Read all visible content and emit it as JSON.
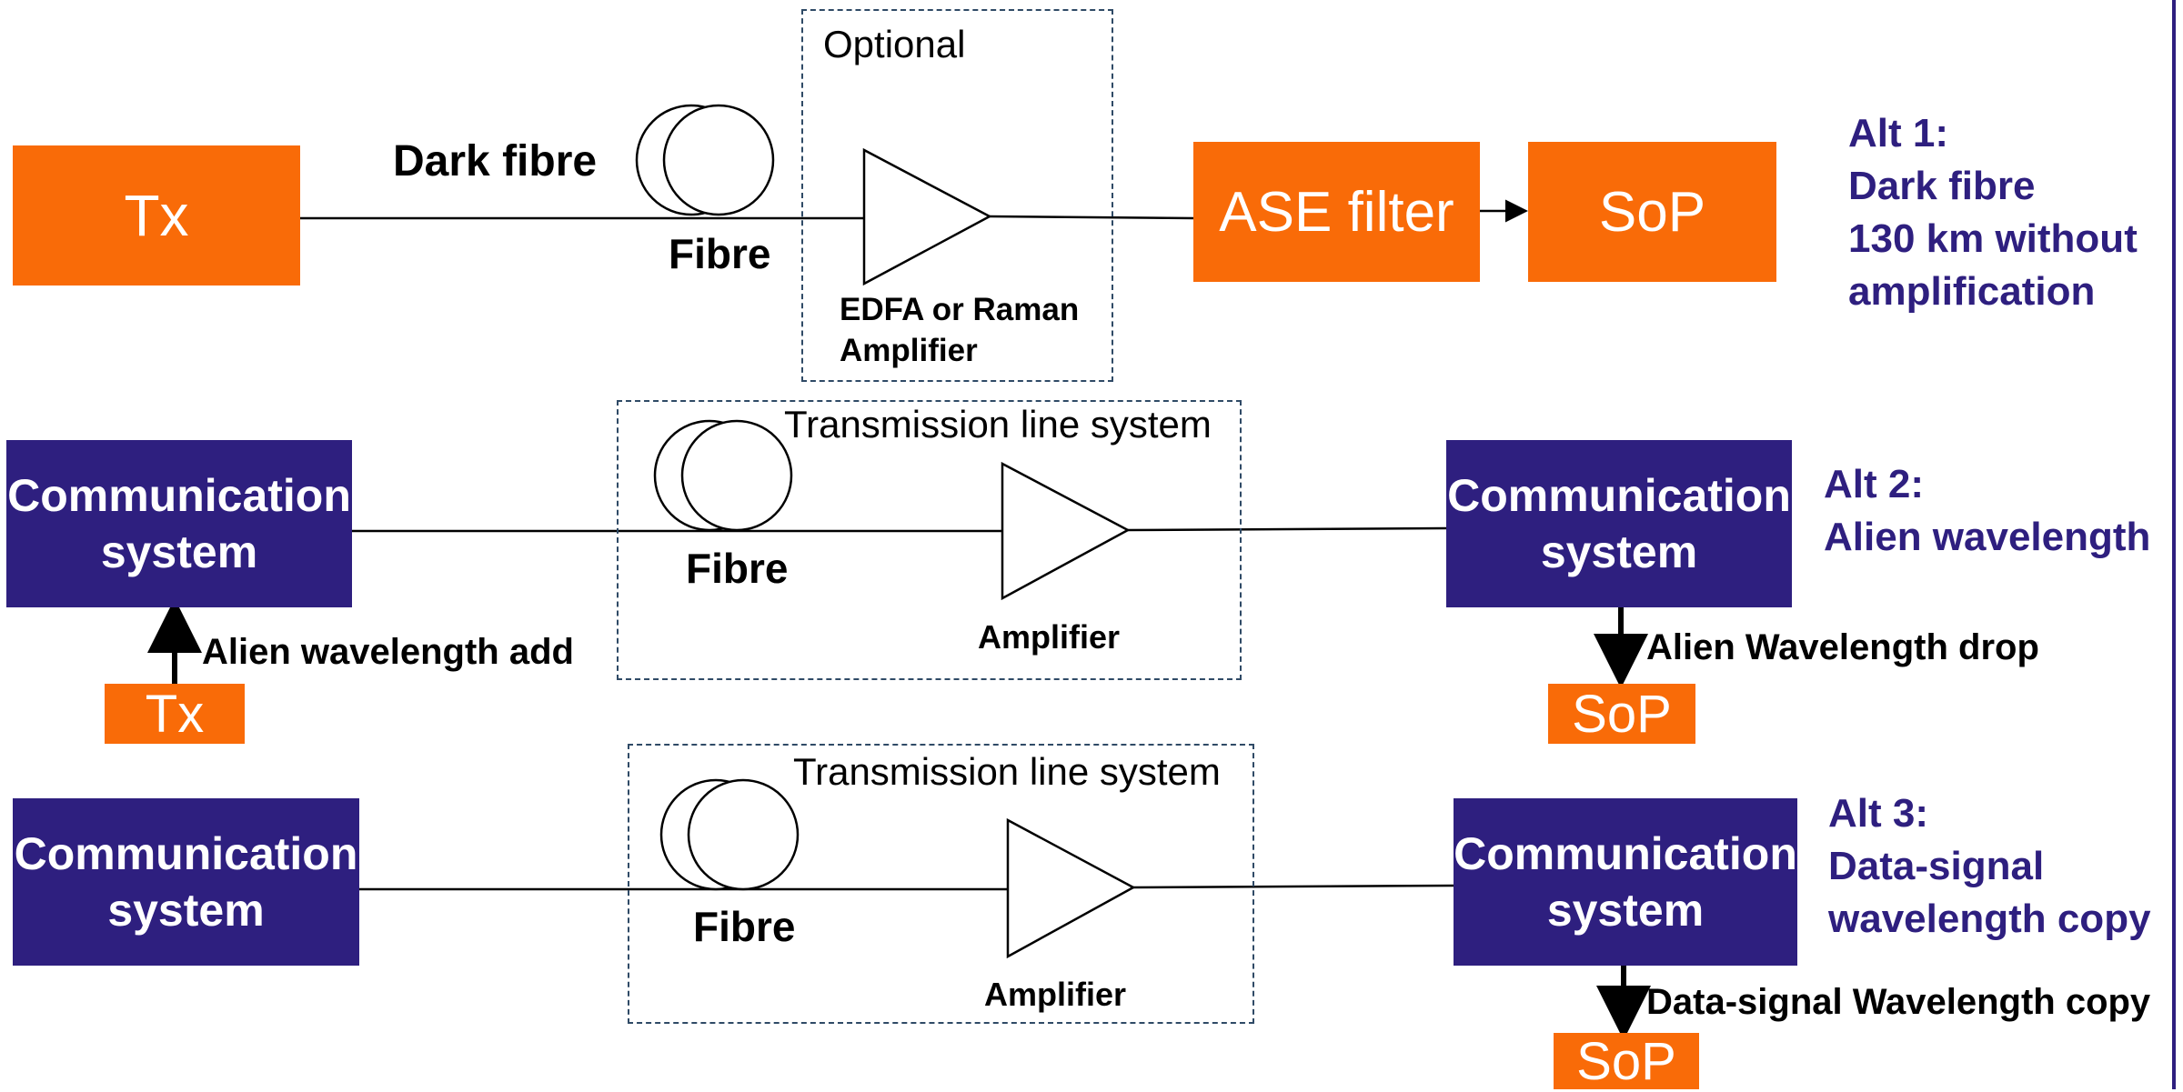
{
  "colors": {
    "orange": "#f96b08",
    "purple": "#2e1f7f",
    "dash": "#2f4a66"
  },
  "alt1": {
    "tx": "Tx",
    "dark_fibre_label": "Dark fibre",
    "fibre_label": "Fibre",
    "optional_label": "Optional",
    "amplifier_label": "EDFA or Raman\nAmplifier",
    "ase_filter": "ASE filter",
    "sop": "SoP",
    "title": "Alt 1:\nDark fibre\n130 km without\namplification"
  },
  "alt2": {
    "comm_left": "Communication\nsystem",
    "tx": "Tx",
    "add_label": "Alien wavelength add",
    "tls_label": "Transmission line system",
    "fibre_label": "Fibre",
    "amplifier_label": "Amplifier",
    "comm_right": "Communication\nsystem",
    "drop_label": "Alien Wavelength drop",
    "sop": "SoP",
    "title": "Alt 2:\nAlien wavelength"
  },
  "alt3": {
    "comm_left": "Communication\nsystem",
    "tls_label": "Transmission line system",
    "fibre_label": "Fibre",
    "amplifier_label": "Amplifier",
    "comm_right": "Communication\nsystem",
    "copy_label": "Data-signal Wavelength copy",
    "sop": "SoP",
    "title": "Alt 3:\nData-signal\nwavelength copy"
  }
}
